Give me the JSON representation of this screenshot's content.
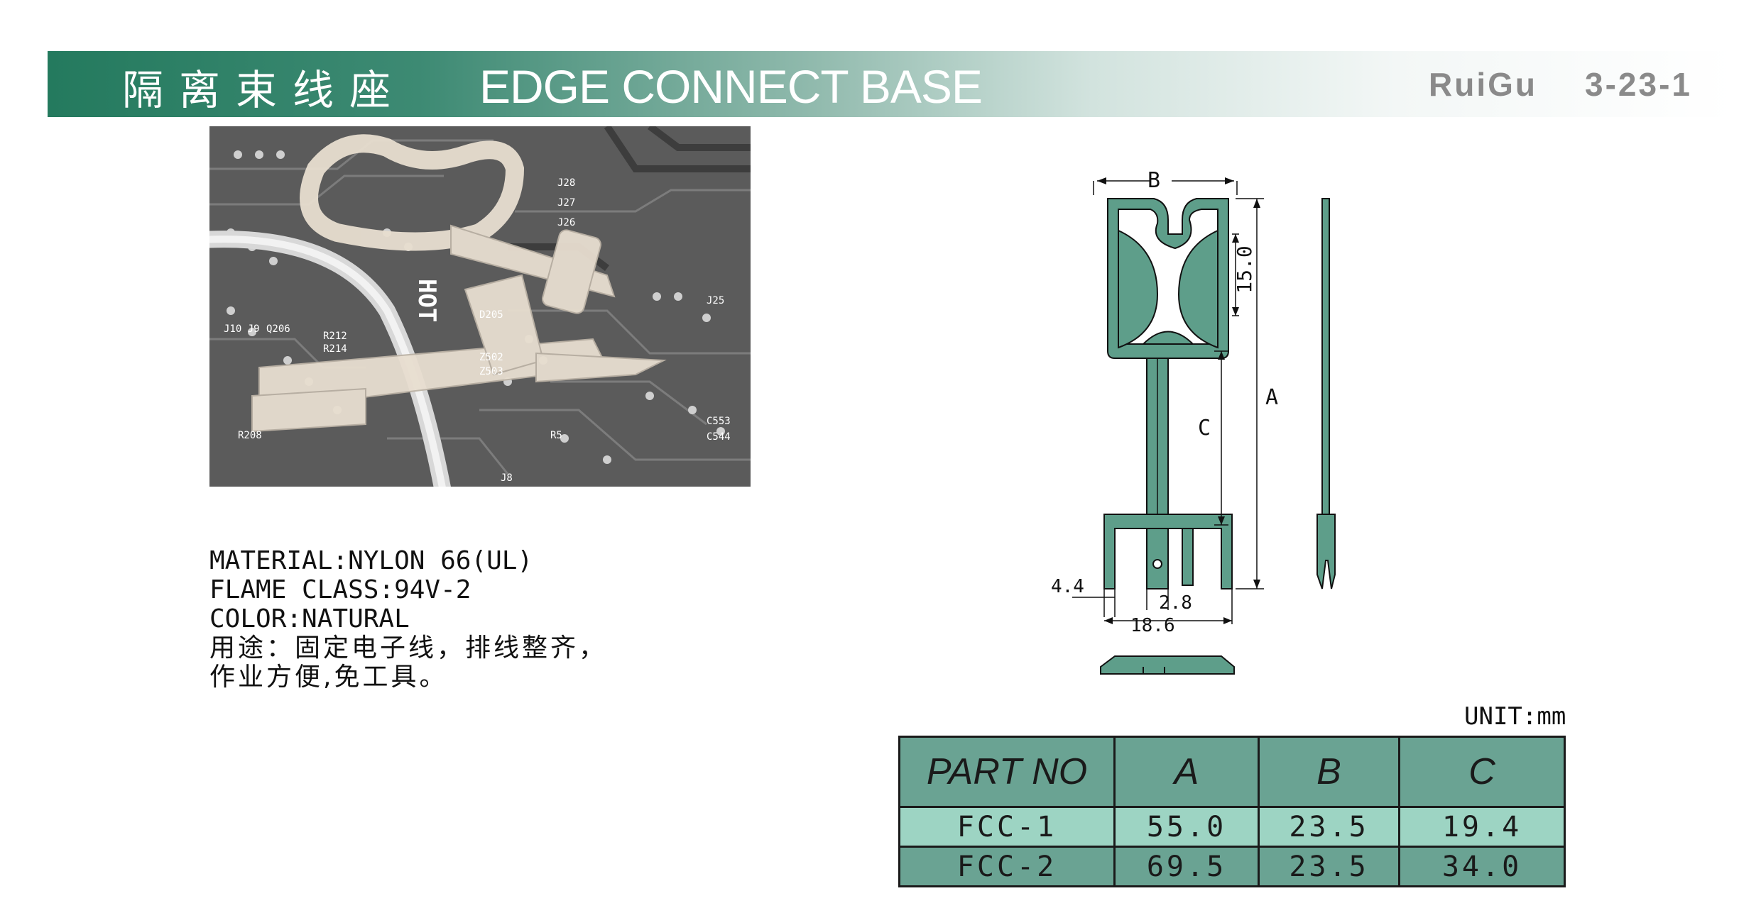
{
  "header": {
    "title_cn": "隔离束线座",
    "title_en": "EDGE CONNECT BASE",
    "brand": "RuiGu",
    "page_code": "3-23-1"
  },
  "photo": {
    "board_text": [
      "HOT",
      "J25",
      "J26",
      "J27",
      "J28",
      "D205",
      "Z502",
      "Z503",
      "R208",
      "C553",
      "C544",
      "Q206",
      "J10 J9",
      "R212",
      "R214",
      "J8",
      "R5"
    ]
  },
  "specs": {
    "material": "MATERIAL:NYLON 66(UL)",
    "flame_class": "FLAME CLASS:94V-2",
    "color": "COLOR:NATURAL",
    "usage_line1": "用途：固定电子线，排线整齐，",
    "usage_line2": "作业方便,免工具。"
  },
  "drawing": {
    "dim_labels": {
      "b": "B",
      "a": "A",
      "c": "C",
      "d15": "15.0",
      "d44": "4.4",
      "d28": "2.8",
      "d186": "18.6"
    }
  },
  "table": {
    "unit": "UNIT:mm",
    "headers": [
      "PART NO",
      "A",
      "B",
      "C"
    ],
    "rows": [
      [
        "FCC-1",
        "55.0",
        "23.5",
        "19.4"
      ],
      [
        "FCC-2",
        "69.5",
        "23.5",
        "34.0"
      ]
    ]
  },
  "colors": {
    "brand_green": "#247a5e",
    "part_fill": "#5e9e8a",
    "table_header": "#6aa393",
    "table_row_light": "#9dd4c3"
  }
}
